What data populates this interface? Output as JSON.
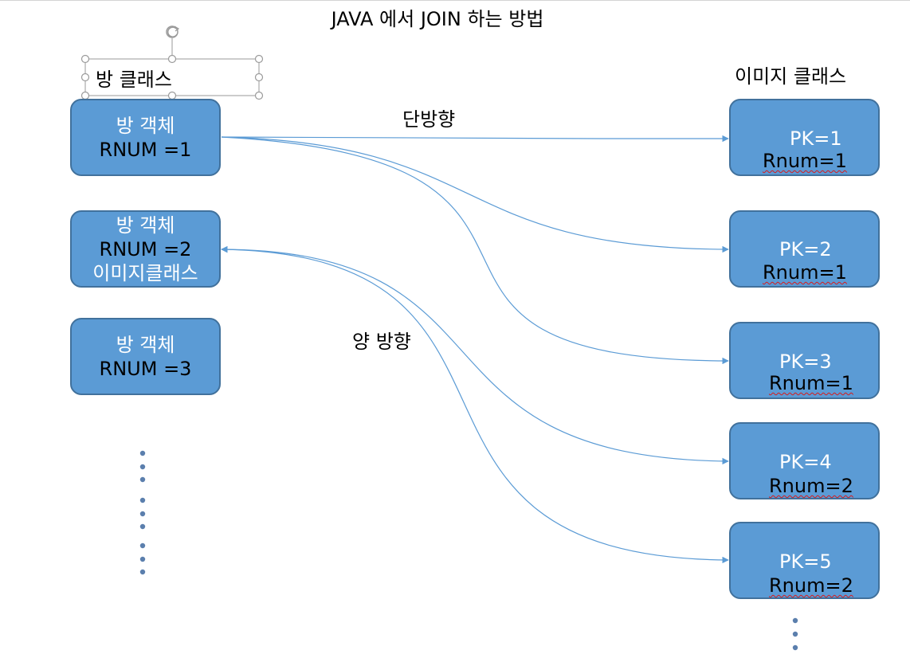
{
  "title": "JAVA 에서 JOIN 하는 방법",
  "left_header": "방 클래스",
  "right_header": "이미지  클래스",
  "arrow_labels": {
    "one_way": "단방향",
    "two_way": "양 방향"
  },
  "room_objects": [
    {
      "line1": "방 객체",
      "line2": "RNUM =1"
    },
    {
      "line1": "방 객체",
      "line2": "RNUM =2",
      "line3": "이미지클래스"
    },
    {
      "line1": "방 객체",
      "line2": "RNUM =3"
    }
  ],
  "image_objects": [
    {
      "pk": "PK=1",
      "rnum": "Rnum=1"
    },
    {
      "pk": "PK=2",
      "rnum": "Rnum=1"
    },
    {
      "pk": "PK=3",
      "rnum": "Rnum=1"
    },
    {
      "pk": "PK=4",
      "rnum": "Rnum=2"
    },
    {
      "pk": "PK=5",
      "rnum": "Rnum=2"
    }
  ],
  "colors": {
    "box_fill": "#5b9bd5",
    "box_border": "#41719c",
    "arrow": "#5b9bd5",
    "dot": "#5b7fad"
  }
}
